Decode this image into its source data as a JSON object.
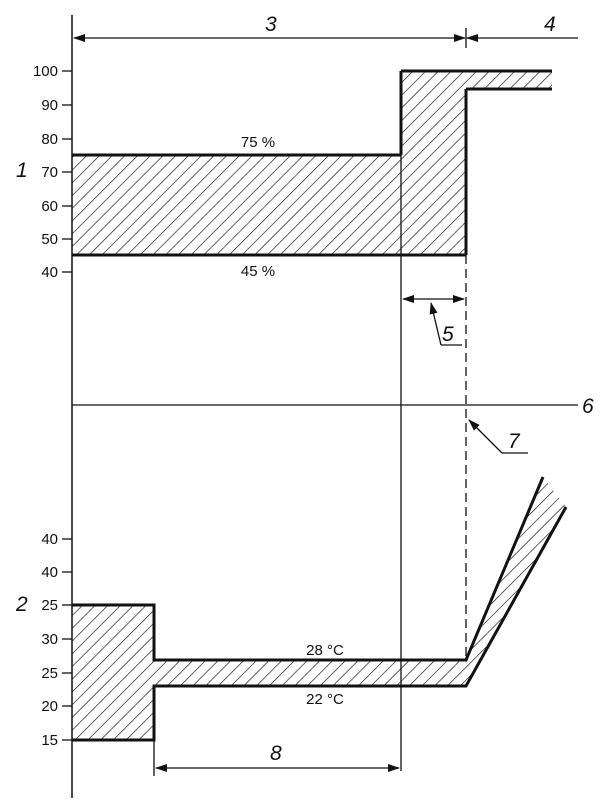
{
  "callouts": {
    "c1": "1",
    "c2": "2",
    "c3": "3",
    "c4": "4",
    "c5": "5",
    "c6": "6",
    "c7": "7",
    "c8": "8"
  },
  "upper_ticks": [
    "100",
    "90",
    "80",
    "70",
    "60",
    "50",
    "40"
  ],
  "lower_ticks": [
    "40",
    "40",
    "25",
    "30",
    "25",
    "20",
    "15"
  ],
  "upper_band": {
    "top_label": "75 %",
    "bottom_label": "45 %"
  },
  "lower_band": {
    "top_label": "28 °C",
    "bottom_label": "22 °C"
  },
  "colors": {
    "ink": "#111111",
    "background": "#ffffff"
  }
}
